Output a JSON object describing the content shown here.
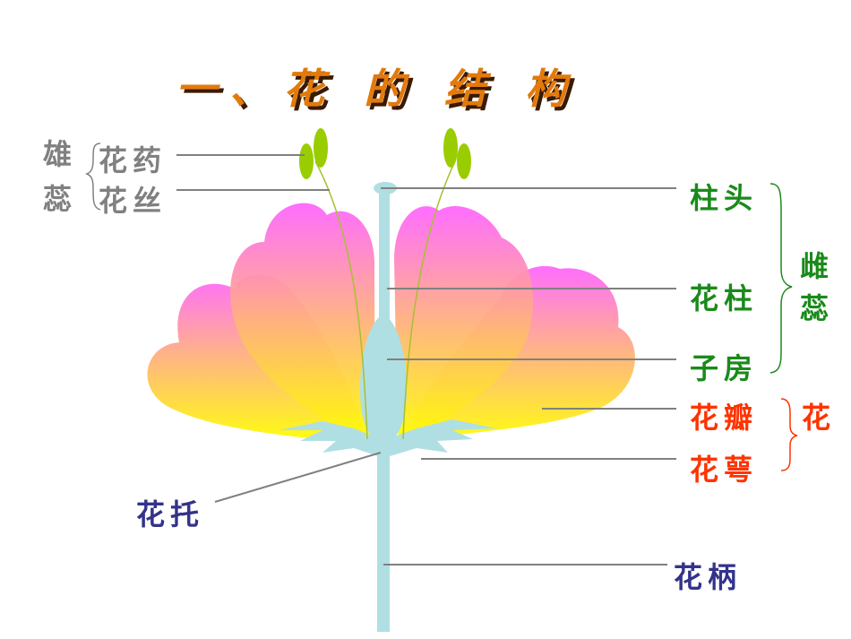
{
  "title": "一、花 的 结 构",
  "colors": {
    "title_fill": "#e27a0c",
    "title_shadow": "#3a1a00",
    "gray": "#808080",
    "green": "#1a8a1a",
    "red": "#ff3300",
    "blue": "#33338a",
    "stem": "#b0dfe3",
    "leader": "#808080",
    "anther": "#9acd00",
    "petal_top": "#ff66ff",
    "petal_bottom": "#ffff00"
  },
  "labels": {
    "stamen_group": "雄蕊",
    "anther": "花药",
    "filament": "花丝",
    "stigma": "柱头",
    "style": "花柱",
    "ovary": "子房",
    "pistil_group": "雌蕊",
    "petal": "花瓣",
    "sepal": "花萼",
    "perianth_group": "花",
    "receptacle": "花托",
    "pedicel": "花柄"
  }
}
